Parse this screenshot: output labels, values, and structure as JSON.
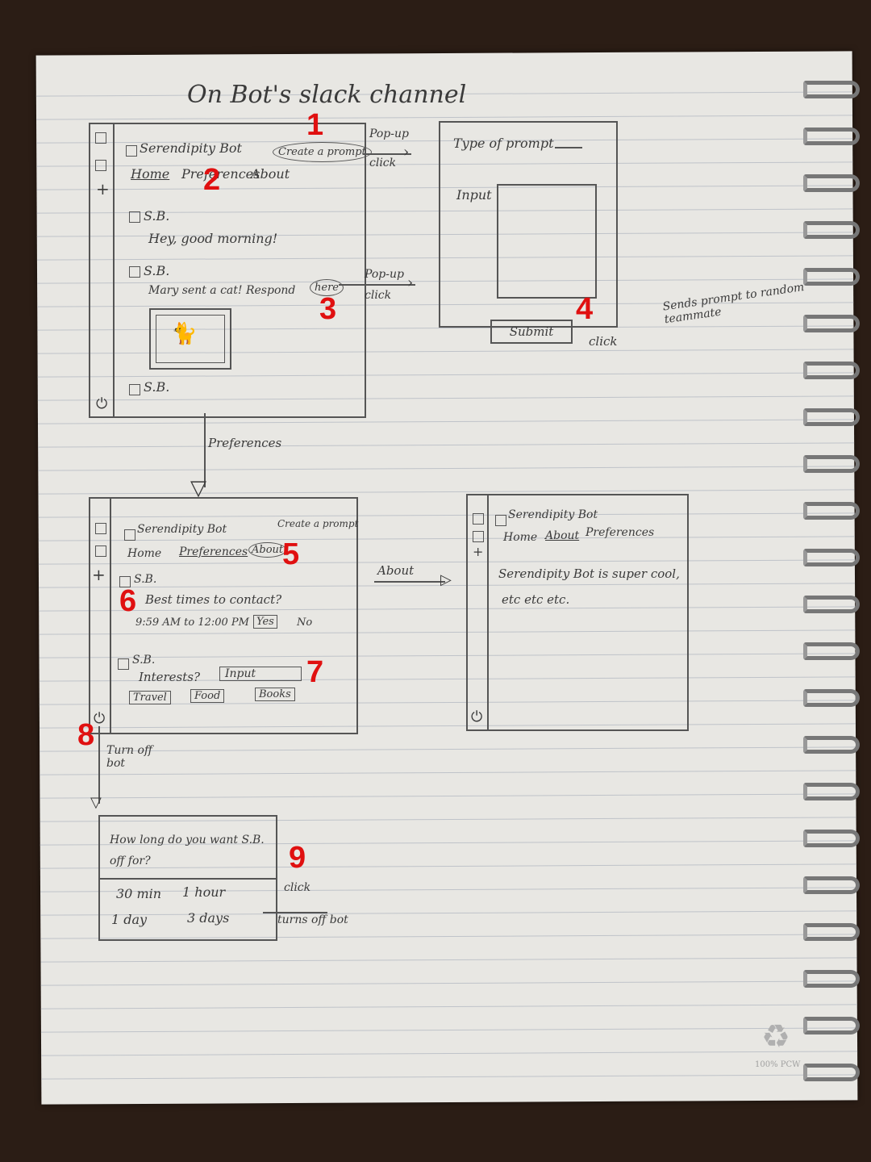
{
  "page": {
    "title": "On Bot's slack channel",
    "footer": "100% PCW"
  },
  "screen1": {
    "bot_name": "Serendipity Bot",
    "create_button": "Create a prompt",
    "tabs": [
      "Home",
      "Preferences",
      "About"
    ],
    "messages": [
      {
        "author": "S.B.",
        "text": "Hey, good morning!"
      },
      {
        "author": "S.B.",
        "text": "Mary sent a cat! Respond",
        "action": "here"
      },
      {
        "author": "S.B.",
        "text": ""
      }
    ]
  },
  "popup_prompt": {
    "type_label": "Type of prompt",
    "input_label": "Input",
    "submit_label": "Submit"
  },
  "annotations": {
    "n1": "1",
    "n2": "2",
    "n3": "3",
    "n4": "4",
    "n5": "5",
    "n6": "6",
    "n7": "7",
    "n8": "8",
    "n9": "9",
    "popup1": "Pop-up",
    "click1": "click",
    "popup2": "Pop-up",
    "click2": "click",
    "click3": "click",
    "sends_prompt": "Sends prompt to random teammate",
    "preferences_arrow": "Preferences",
    "about_arrow": "About",
    "turn_off": "Turn off bot",
    "click4": "click",
    "turns_off": "turns off bot"
  },
  "screen2": {
    "bot_name": "Serendipity Bot",
    "create_button": "Create a prompt",
    "tabs": [
      "Home",
      "Preferences",
      "About"
    ],
    "q1_author": "S.B.",
    "q1_text": "Best times to contact?",
    "q1_time": "9:59 AM to 12:00 PM",
    "q1_yes": "Yes",
    "q1_no": "No",
    "q2_author": "S.B.",
    "q2_text": "Interests?",
    "q2_input": "Input",
    "tags": [
      "Travel",
      "Food",
      "Books"
    ]
  },
  "screen3": {
    "bot_name": "Serendipity Bot",
    "tabs": [
      "Home",
      "About",
      "Preferences"
    ],
    "about_text": "Serendipity Bot is super cool,",
    "about_text2": "etc etc etc."
  },
  "dialog": {
    "question": "How long do you want S.B. off for?",
    "options": [
      "30 min",
      "1 hour",
      "1 day",
      "3 days"
    ]
  }
}
